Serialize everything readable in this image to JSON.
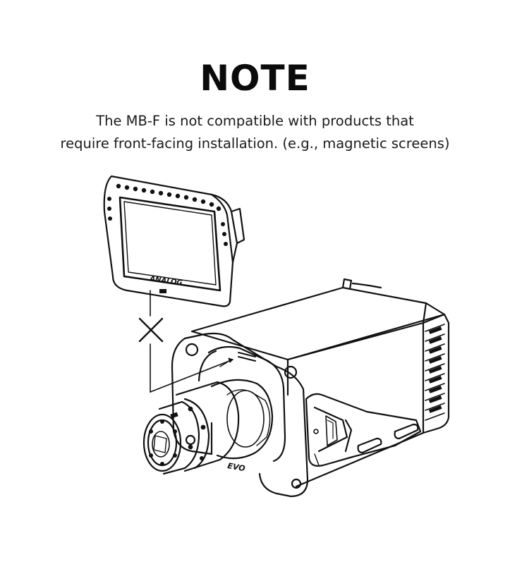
{
  "note": {
    "title": "NOTE",
    "line1": "The MB-F is not compatible with products that",
    "line2": "require front-facing installation. (e.g., magnetic screens)"
  },
  "illustration": {
    "dashboard_screen_brand": "ANALOG",
    "wheelbase_logo": "EVO",
    "incompatible_mark": "cross-icon"
  },
  "colors": {
    "ink": "#111111",
    "background": "#ffffff"
  }
}
